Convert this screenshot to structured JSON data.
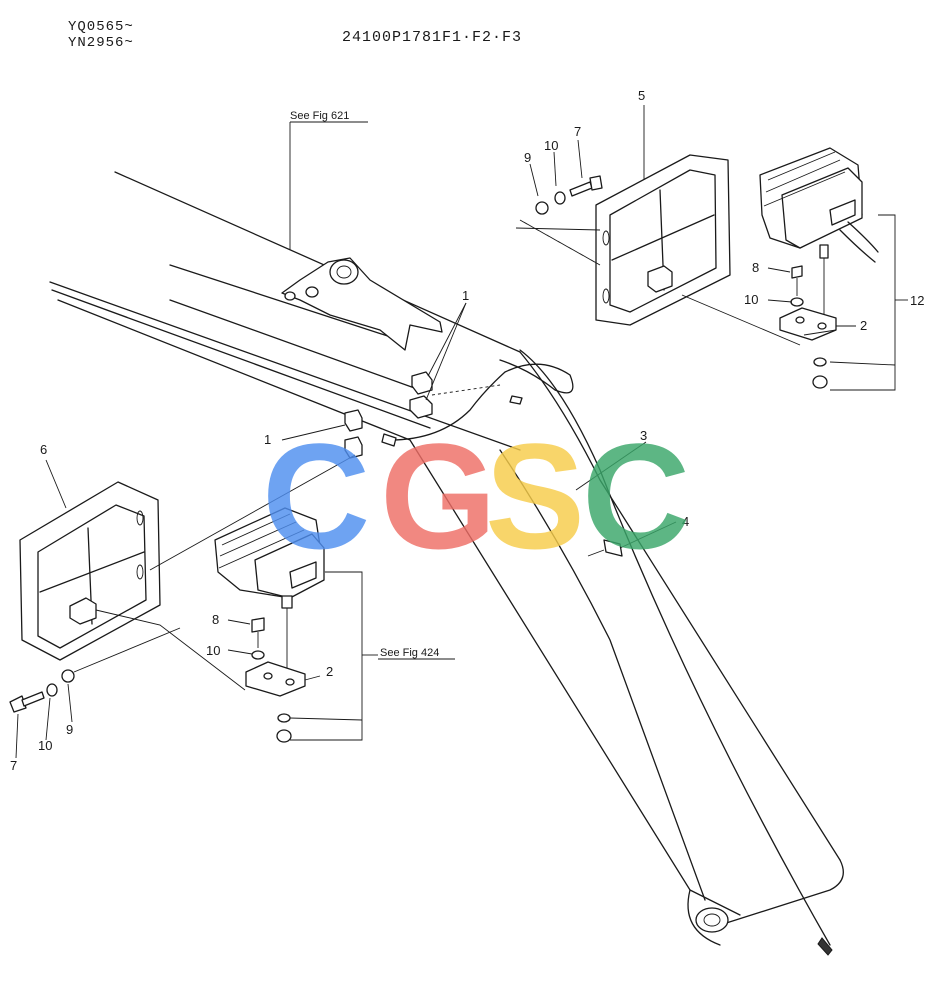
{
  "header": {
    "serial_a": "YQ0565~",
    "serial_b": "YN2956~",
    "part_number": "24100P1781F1·F2·F3"
  },
  "references": {
    "fig_621": "See Fig 621",
    "fig_424": "See Fig 424"
  },
  "callouts": {
    "c1a": "1",
    "c1b": "1",
    "c2a": "2",
    "c2b": "2",
    "c3": "3",
    "c4": "4",
    "c5": "5",
    "c6": "6",
    "c7a": "7",
    "c7b": "7",
    "c8a": "8",
    "c8b": "8",
    "c9a": "9",
    "c9b": "9",
    "c10a": "10",
    "c10b": "10",
    "c10c": "10",
    "c10d": "10",
    "c12": "12"
  },
  "watermark": {
    "letters": [
      "C",
      "G",
      "S",
      "C"
    ],
    "colors": [
      "#4f8ff0",
      "#ef6e66",
      "#f7cd4a",
      "#3aa76a"
    ]
  }
}
